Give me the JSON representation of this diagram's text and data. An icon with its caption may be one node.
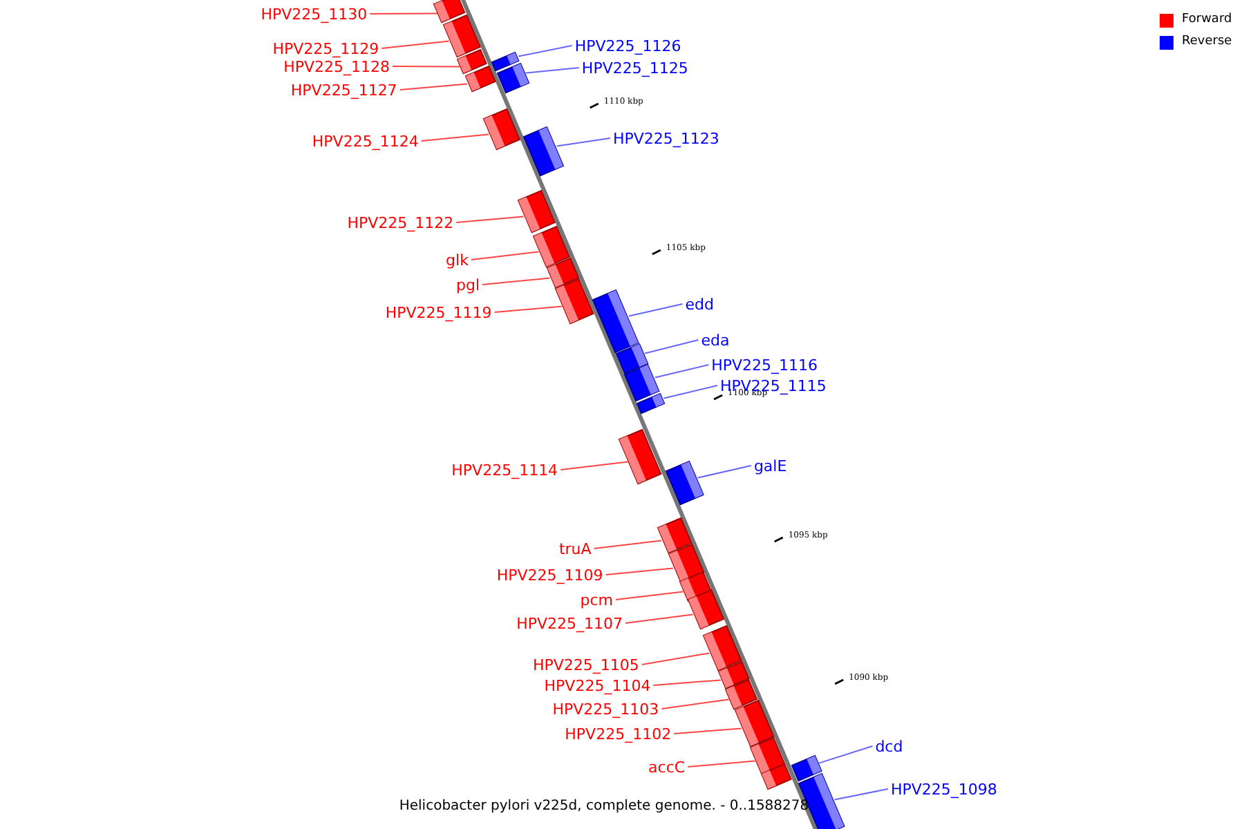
{
  "diagram": {
    "caption": "Helicobacter pylori v225d, complete genome. - 0..1588278",
    "nodes": [
      {
        "text": [
          "HPV225_1130"
        ]
      },
      {
        "text": [],
        "shape": "bar"
      },
      {
        "text": [
          "HPV225_1126"
        ]
      },
      {
        "text": [],
        "shape": "bar"
      },
      {
        "text": [
          "HPV225_1129"
        ]
      },
      {
        "text": [],
        "shape": "bar"
      },
      {
        "text": [
          "HPV225_1128"
        ]
      },
      {
        "text": [],
        "shape": "bar"
      },
      {
        "text": [
          "HPV225_1125"
        ]
      },
      {
        "text": [],
        "shape": "bar"
      },
      {
        "text": [
          "HPV225_1127"
        ]
      },
      {
        "text": [],
        "shape": "bar"
      },
      {
        "text": [
          "HPV225_1123"
        ]
      },
      {
        "text": [],
        "shape": "bar"
      },
      {
        "text": [
          "HPV225_1124"
        ]
      },
      {
        "text": [],
        "shape": "bar"
      },
      {
        "text": [
          "HPV225_1122"
        ]
      },
      {
        "text": [],
        "shape": "bar"
      },
      {
        "text": [
          "glk"
        ]
      },
      {
        "text": [],
        "shape": "bar"
      },
      {
        "text": [
          "pgl"
        ]
      },
      {
        "text": [],
        "shape": "bar"
      },
      {
        "text": [
          "edd"
        ]
      },
      {
        "text": [],
        "shape": "bar"
      },
      {
        "text": [
          "HPV225_1119"
        ]
      },
      {
        "text": [],
        "shape": "bar"
      },
      {
        "text": [
          "eda"
        ]
      },
      {
        "text": [],
        "shape": "bar"
      },
      {
        "text": [
          "HPV225_1116"
        ]
      },
      {
        "text": [],
        "shape": "bar"
      },
      {
        "text": [
          "HPV225_1115"
        ]
      },
      {
        "text": [],
        "shape": "bar"
      },
      {
        "text": [
          "galE"
        ]
      },
      {
        "text": [],
        "shape": "bar"
      },
      {
        "text": [
          "HPV225_1114"
        ]
      },
      {
        "text": [],
        "shape": "bar"
      },
      {
        "text": [
          "truA"
        ]
      },
      {
        "text": [],
        "shape": "bar"
      },
      {
        "text": [
          "HPV225_1109"
        ]
      },
      {
        "text": [],
        "shape": "bar"
      },
      {
        "text": [
          "pcm"
        ]
      },
      {
        "text": [],
        "shape": "bar"
      },
      {
        "text": [
          "HPV225_1107"
        ]
      },
      {
        "text": [],
        "shape": "bar"
      },
      {
        "text": [
          "HPV225_1105"
        ]
      },
      {
        "text": [],
        "shape": "bar"
      },
      {
        "text": [
          "HPV225_1104"
        ]
      },
      {
        "text": [],
        "shape": "bar"
      },
      {
        "text": [
          "HPV225_1103"
        ]
      },
      {
        "text": [],
        "shape": "bar"
      },
      {
        "text": [
          "HPV225_1102"
        ]
      },
      {
        "text": [],
        "shape": "bar"
      },
      {
        "text": [
          "dcd"
        ]
      },
      {
        "text": [],
        "shape": "bar"
      },
      {
        "text": [
          "accC"
        ]
      },
      {
        "text": [],
        "shape": "bar"
      },
      {
        "text": [],
        "shape": "bar"
      },
      {
        "text": [
          "HPV225_1098"
        ]
      },
      {
        "text": [],
        "shape": "bar"
      }
    ],
    "edges": [
      {
        "from": 0,
        "to": 1,
        "arrow": "none"
      },
      {
        "from": 2,
        "to": 3,
        "arrow": "none",
        "color": "#6666ff"
      },
      {
        "from": 4,
        "to": 5,
        "arrow": "none"
      },
      {
        "from": 6,
        "to": 7,
        "arrow": "none"
      },
      {
        "from": 8,
        "to": 9,
        "arrow": "none",
        "color": "#6666ff"
      },
      {
        "from": 10,
        "to": 11,
        "arrow": "none"
      },
      {
        "from": 12,
        "to": 13,
        "arrow": "none",
        "color": "#6666ff"
      },
      {
        "from": 14,
        "to": 15,
        "arrow": "none"
      },
      {
        "from": 16,
        "to": 17,
        "arrow": "none"
      },
      {
        "from": 18,
        "to": 19,
        "arrow": "none"
      },
      {
        "from": 20,
        "to": 21,
        "arrow": "none"
      },
      {
        "from": 22,
        "to": 23,
        "arrow": "none",
        "color": "#6666ff"
      },
      {
        "from": 24,
        "to": 25,
        "arrow": "none"
      },
      {
        "from": 26,
        "to": 27,
        "arrow": "none",
        "color": "#6666ff"
      },
      {
        "from": 28,
        "to": 29,
        "arrow": "none",
        "color": "#6666ff"
      },
      {
        "from": 30,
        "to": 31,
        "arrow": "none",
        "color": "#6666ff"
      },
      {
        "from": 32,
        "to": 33,
        "arrow": "none",
        "color": "#6666ff"
      },
      {
        "from": 34,
        "to": 35,
        "arrow": "none"
      },
      {
        "from": 36,
        "to": 37,
        "arrow": "none"
      },
      {
        "from": 38,
        "to": 39,
        "arrow": "none"
      },
      {
        "from": 40,
        "to": 41,
        "arrow": "none"
      },
      {
        "from": 42,
        "to": 43,
        "arrow": "none"
      },
      {
        "from": 44,
        "to": 45,
        "arrow": "none"
      },
      {
        "from": 46,
        "to": 47,
        "arrow": "none"
      },
      {
        "from": 48,
        "to": 49,
        "arrow": "none"
      },
      {
        "from": 50,
        "to": 51,
        "arrow": "none"
      },
      {
        "from": 52,
        "to": 53,
        "arrow": "none",
        "color": "#6666ff"
      },
      {
        "from": 54,
        "to": 55,
        "arrow": "none"
      },
      {
        "from": 57,
        "to": 58,
        "arrow": "none",
        "color": "#6666ff"
      }
    ],
    "labels": [
      "1110 kbp",
      "1105 kbp",
      "1100 kbp",
      "1095 kbp",
      "1090 kbp"
    ],
    "legend": [
      {
        "text": "Forward",
        "color": "#ff0000"
      },
      {
        "text": "Reverse",
        "color": "#0000ff"
      }
    ]
  }
}
